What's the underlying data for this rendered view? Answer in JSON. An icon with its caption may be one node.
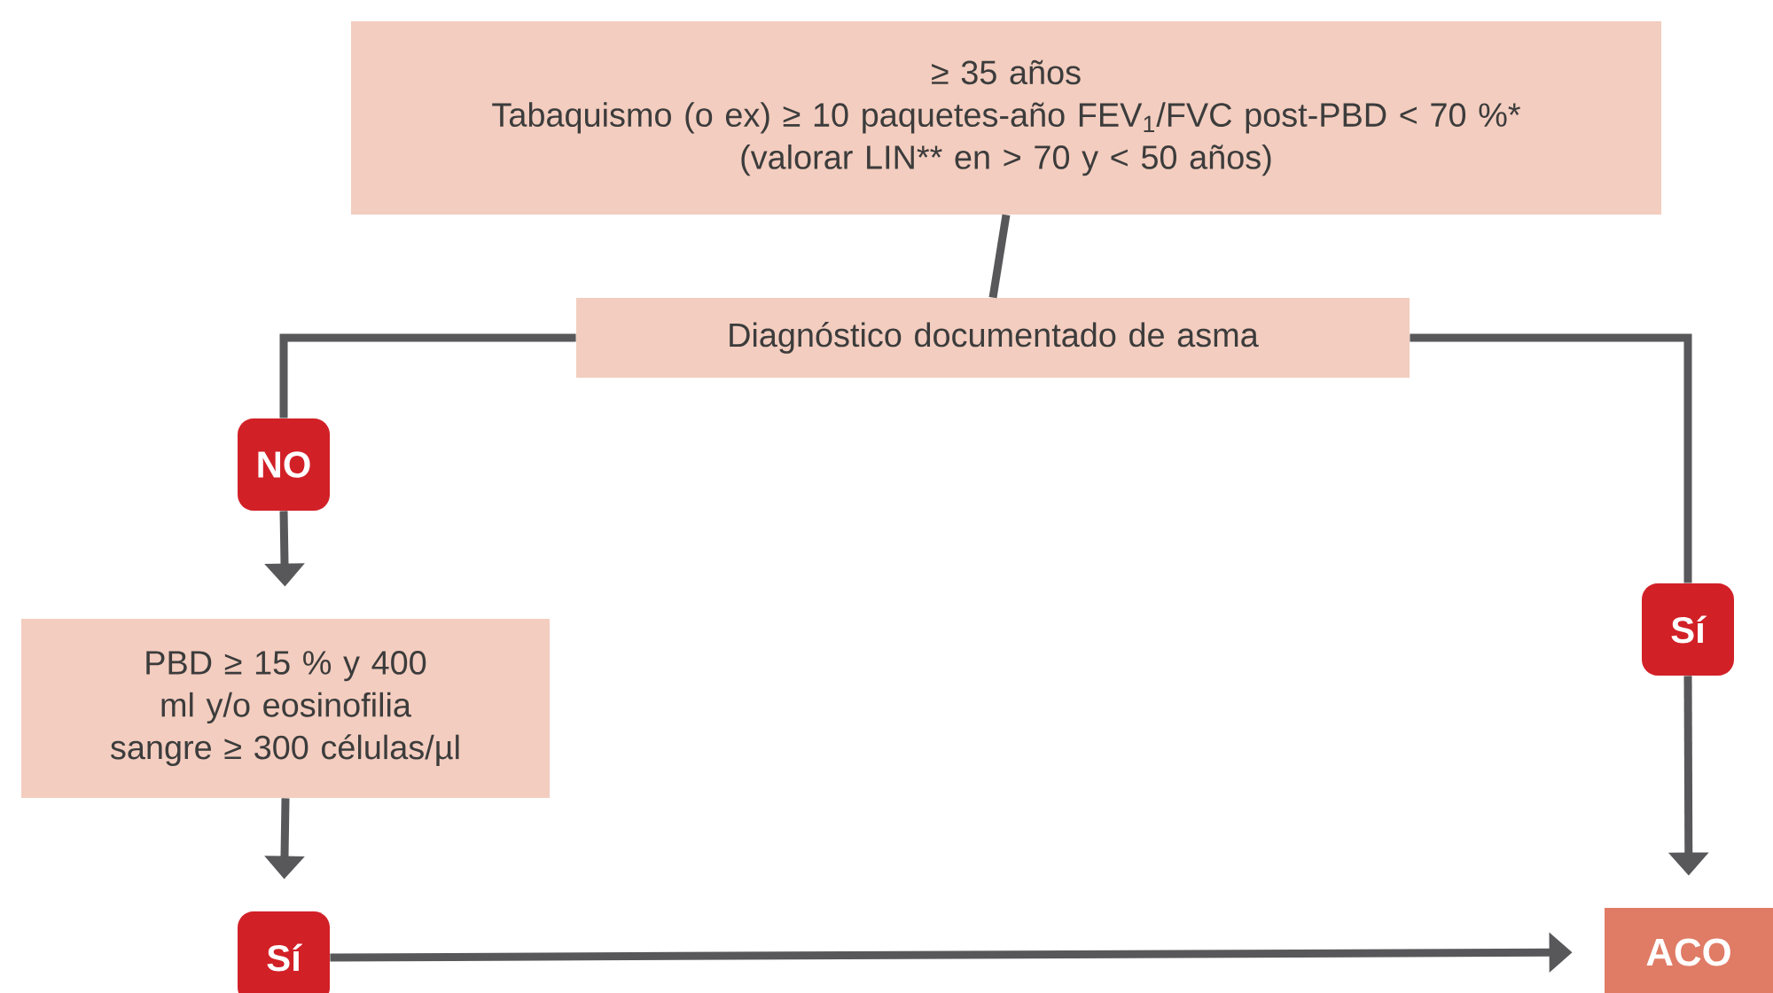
{
  "diagram": {
    "nodes": [
      {
        "text": [
          "≥ 35 años",
          "Tabaquismo (o ex) ≥ 10 paquetes-año FEV$_{1}$/FVC post-PBD < 70 %*",
          "(valorar LIN** en > 70 y < 50 años)"
        ]
      },
      {
        "text": [
          "Diagnóstico documentado de asma"
        ]
      },
      {
        "text": [
          "NO"
        ]
      },
      {
        "text": [
          "PBD ≥ 15 % y 400 ml y/o eosinofilia sangre ≥ 300 células/µl"
        ]
      },
      {
        "text": [
          "Sí"
        ]
      },
      {
        "text": [
          "Sí"
        ]
      },
      {
        "text": [
          "ACO"
        ]
      }
    ],
    "edges": [
      {
        "from": 0,
        "to": 1,
        "arrow": "none"
      },
      {
        "from": 1,
        "to": 2,
        "arrow": "none"
      },
      {
        "from": 2,
        "to": 3,
        "arrow": "to"
      },
      {
        "from": 3,
        "to": 4,
        "arrow": "to"
      },
      {
        "from": 4,
        "to": 6,
        "arrow": "to"
      },
      {
        "from": 1,
        "to": 5,
        "arrow": "none"
      },
      {
        "from": 5,
        "to": 6,
        "arrow": "to"
      }
    ]
  }
}
